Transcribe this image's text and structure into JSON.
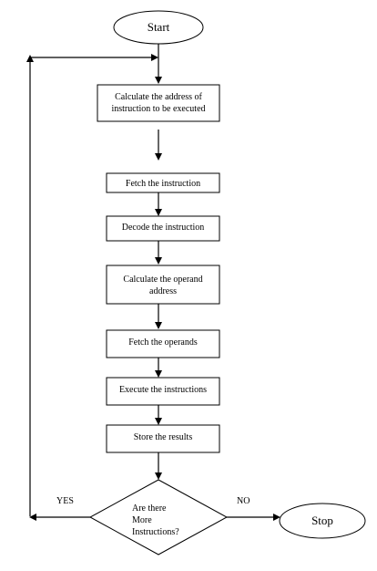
{
  "start": "Start",
  "stop": "Stop",
  "steps": {
    "calc_address": [
      "Calculate the   address of",
      "instruction  to be executed"
    ],
    "fetch_instruction": "Fetch the instruction",
    "decode_instruction": "Decode the instruction",
    "calc_operand": [
      "Calculate the operand",
      "address"
    ],
    "fetch_operands": "Fetch the operands",
    "execute": "Execute the instructions",
    "store": "Store the results"
  },
  "decision": [
    "Are there",
    "More",
    "Instructions?"
  ],
  "branch_yes": "YES",
  "branch_no": "NO"
}
